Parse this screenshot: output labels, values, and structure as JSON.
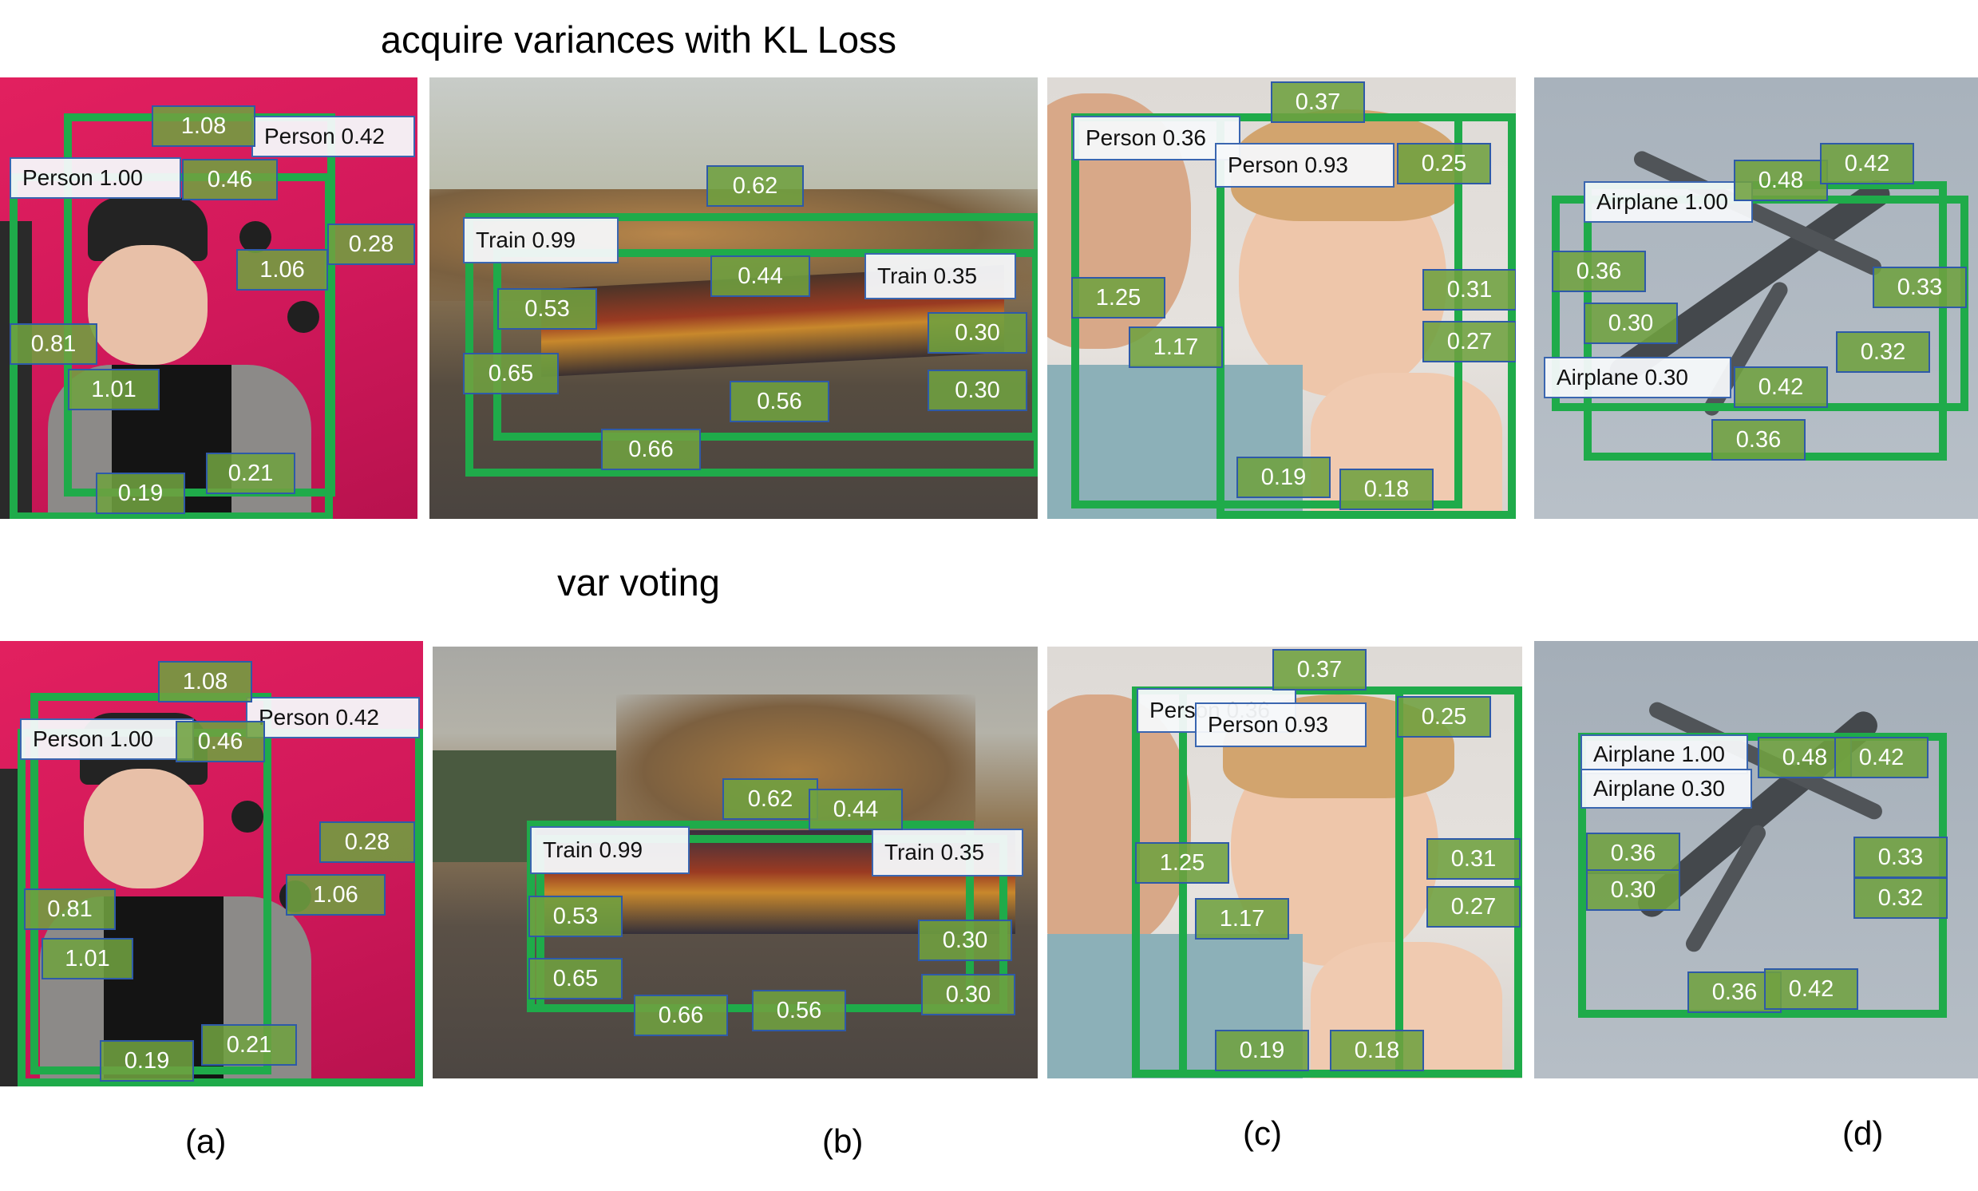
{
  "titles": {
    "top": "acquire variances with KL Loss",
    "bottom": "var voting"
  },
  "captions": [
    "(a)",
    "(b)",
    "(c)",
    "(d)"
  ],
  "colors": {
    "box": "#1fab4a",
    "label_green": "#70a040",
    "label_border": "#2e5aa8"
  },
  "top": {
    "a": {
      "green": [
        "1.08",
        "0.46",
        "0.28",
        "1.06",
        "0.81",
        "1.01",
        "0.21",
        "0.19"
      ],
      "white": [
        "Person 0.42",
        "Person 1.00"
      ]
    },
    "b": {
      "green": [
        "0.62",
        "0.44",
        "0.53",
        "0.30",
        "0.65",
        "0.30",
        "0.56",
        "0.66"
      ],
      "white": [
        "Train 0.99",
        "Train 0.35"
      ]
    },
    "c": {
      "green": [
        "0.37",
        "0.25",
        "1.25",
        "0.31",
        "1.17",
        "0.27",
        "0.19",
        "0.18"
      ],
      "white": [
        "Person 0.36",
        "Person 0.93"
      ]
    },
    "d": {
      "green": [
        "0.48",
        "0.42",
        "0.36",
        "0.33",
        "0.30",
        "0.32",
        "0.42",
        "0.36"
      ],
      "white": [
        "Airplane 1.00",
        "Airplane 0.30"
      ]
    }
  },
  "bottom": {
    "a": {
      "green": [
        "1.08",
        "0.46",
        "0.28",
        "1.06",
        "0.81",
        "1.01",
        "0.21",
        "0.19"
      ],
      "white": [
        "Person 1.00",
        "Person 0.42"
      ]
    },
    "b": {
      "green": [
        "0.62",
        "0.44",
        "0.53",
        "0.30",
        "0.65",
        "0.30",
        "0.66",
        "0.56"
      ],
      "white": [
        "Train 0.99",
        "Train 0.35"
      ]
    },
    "c": {
      "green": [
        "0.37",
        "0.25",
        "1.25",
        "0.31",
        "1.17",
        "0.27",
        "0.19",
        "0.18"
      ],
      "white": [
        "Person 0.36",
        "Person 0.93"
      ]
    },
    "d": {
      "green": [
        "0.48",
        "0.42",
        "0.36",
        "0.33",
        "0.30",
        "0.32",
        "0.36",
        "0.42"
      ],
      "white": [
        "Airplane 1.00",
        "Airplane 0.30"
      ]
    }
  }
}
